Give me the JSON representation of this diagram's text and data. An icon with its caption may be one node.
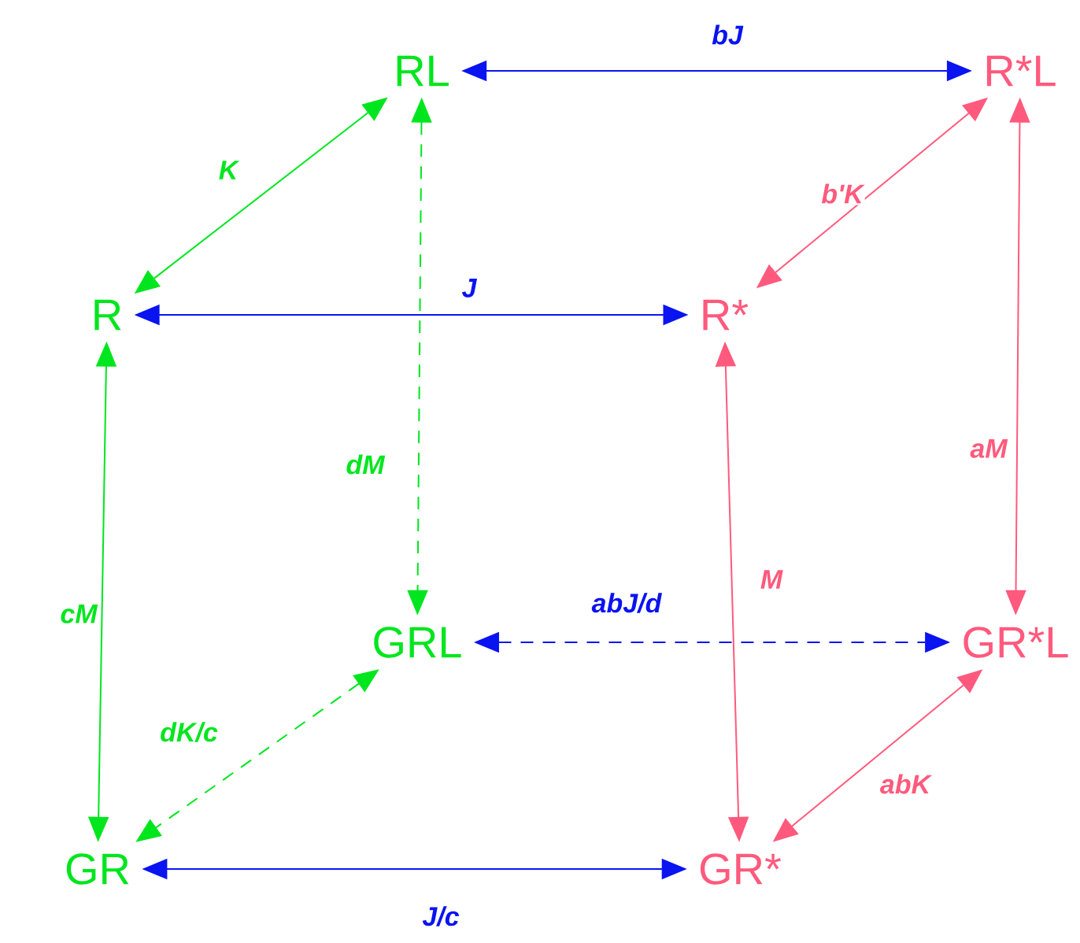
{
  "diagram": {
    "nodes": [
      {
        "text": [
          "RL"
        ]
      },
      {
        "text": [
          "R*L"
        ]
      },
      {
        "text": [
          "R"
        ]
      },
      {
        "text": [
          "R*"
        ]
      },
      {
        "text": [
          "GRL"
        ]
      },
      {
        "text": [
          "GR*L"
        ]
      },
      {
        "text": [
          "GR"
        ]
      },
      {
        "text": [
          "GR*"
        ]
      }
    ],
    "edges": [
      {
        "from": 0,
        "to": 1,
        "arrow": "both",
        "label": "bJ",
        "color": "#0a14f0"
      },
      {
        "from": 0,
        "to": 2,
        "arrow": "both",
        "label": "K",
        "color": "#00e61e"
      },
      {
        "from": 2,
        "to": 3,
        "arrow": "both",
        "label": "J",
        "color": "#0a14f0"
      },
      {
        "from": 0,
        "to": 4,
        "arrow": "both",
        "label": "dM",
        "style": "dashed",
        "color": "#00e61e"
      },
      {
        "from": 1,
        "to": 3,
        "arrow": "both",
        "label": "b'K",
        "color": "#ff5a7d"
      },
      {
        "from": 1,
        "to": 5,
        "arrow": "both",
        "label": "aM",
        "color": "#ff5a7d"
      },
      {
        "from": 2,
        "to": 6,
        "arrow": "both",
        "label": "cM",
        "color": "#00e61e"
      },
      {
        "from": 3,
        "to": 7,
        "arrow": "both",
        "label": "M",
        "color": "#ff5a7d"
      },
      {
        "from": 4,
        "to": 5,
        "arrow": "both",
        "label": "abJ/d",
        "style": "dashed",
        "color": "#0a14f0"
      },
      {
        "from": 4,
        "to": 6,
        "arrow": "both",
        "label": "dK/c",
        "style": "dashed",
        "color": "#00e61e"
      },
      {
        "from": 5,
        "to": 7,
        "arrow": "both",
        "label": "abK",
        "color": "#ff5a7d"
      },
      {
        "from": 6,
        "to": 7,
        "arrow": "both",
        "label": "J/c",
        "color": "#0a14f0"
      }
    ]
  }
}
